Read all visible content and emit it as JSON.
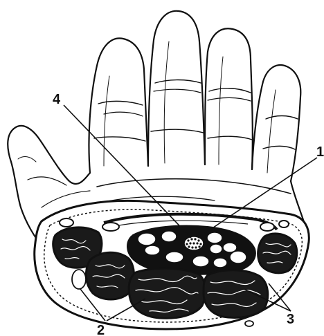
{
  "figure": {
    "callouts": [
      {
        "id": "4",
        "label": "4"
      },
      {
        "id": "1",
        "label": "1"
      },
      {
        "id": "2",
        "label": "2"
      },
      {
        "id": "3",
        "label": "3"
      }
    ]
  },
  "colors": {
    "ink": "#111111",
    "paper": "#ffffff",
    "bone_fill": "#1a1a1a"
  }
}
